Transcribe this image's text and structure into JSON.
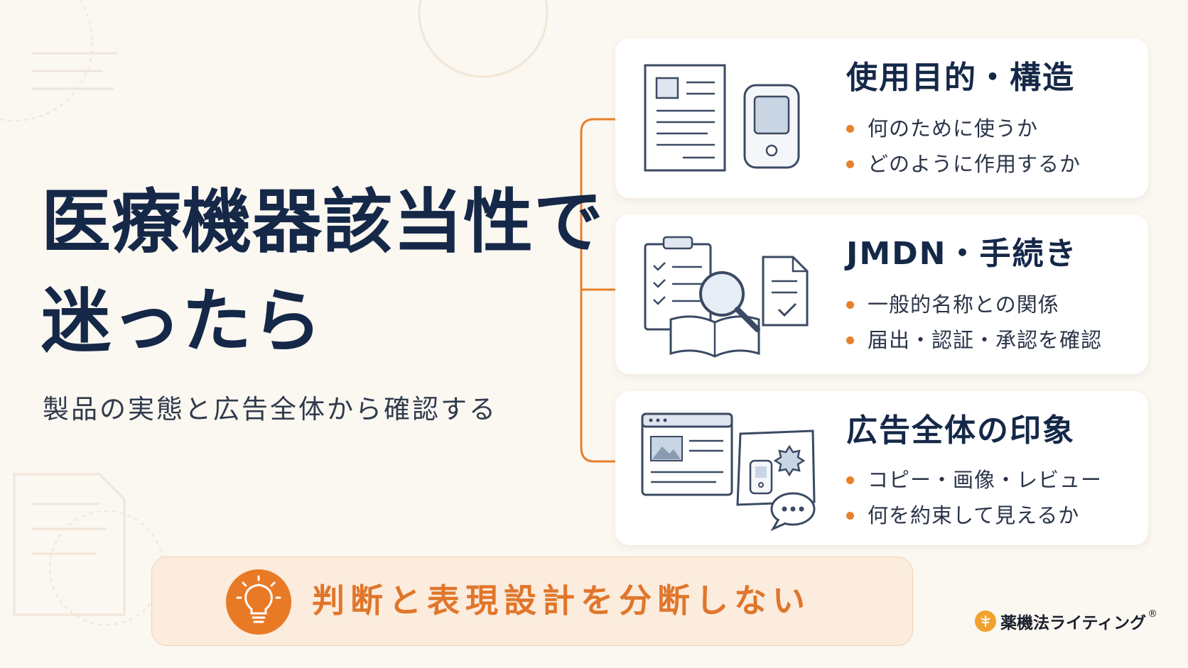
{
  "title": {
    "line1": "医療機器該当性で",
    "line2": "迷ったら"
  },
  "subtitle": "製品の実態と広告全体から確認する",
  "cards": [
    {
      "title": "使用目的・構造",
      "bullets": [
        "何のために使うか",
        "どのように作用するか"
      ],
      "icon": "document-and-device-icon"
    },
    {
      "title": "JMDN・手続き",
      "bullets": [
        "一般的名称との関係",
        "届出・認証・承認を確認"
      ],
      "icon": "checklist-magnifier-book-icon"
    },
    {
      "title": "広告全体の印象",
      "bullets": [
        "コピー・画像・レビュー",
        "何を約束して見えるか"
      ],
      "icon": "webpage-ad-icon"
    }
  ],
  "banner": {
    "text": "判断と表現設計を分断しない",
    "icon": "lightbulb-icon"
  },
  "brand": {
    "name": "薬機法ライティング",
    "reg": "®",
    "icon": "brand-logo-icon"
  },
  "colors": {
    "accent": "#e8802c",
    "navy": "#152848",
    "background": "#fbf7f1",
    "banner_bg": "#fbecdd"
  }
}
